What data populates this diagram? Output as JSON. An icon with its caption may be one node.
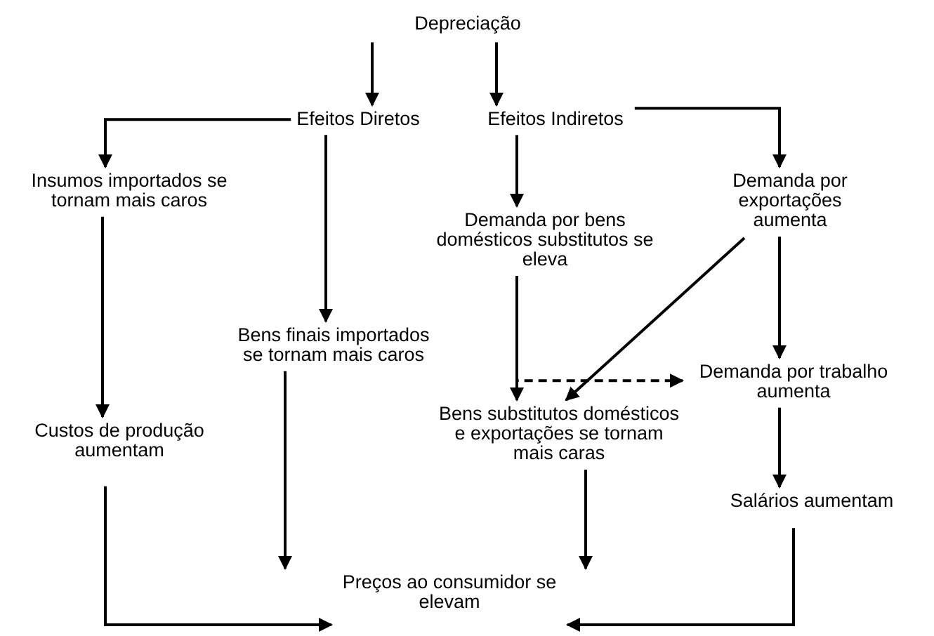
{
  "diagram": {
    "nodes": [
      {
        "text": [
          "Depreciação"
        ]
      },
      {
        "text": [
          "Efeitos Diretos"
        ]
      },
      {
        "text": [
          "Efeitos Indiretos"
        ]
      },
      {
        "text": [
          "Insumos importados se tornam mais caros"
        ]
      },
      {
        "text": [
          "Demanda por bens domésticos substitutos se eleva"
        ]
      },
      {
        "text": [
          "Demanda por exportações aumenta"
        ]
      },
      {
        "text": [
          "Bens finais importados se tornam mais caros"
        ]
      },
      {
        "text": [
          "Custos de produção aumentam"
        ]
      },
      {
        "text": [
          "Demanda por trabalho aumenta"
        ]
      },
      {
        "text": [
          "Bens substitutos domésticos e exportações se tornam mais caras"
        ]
      },
      {
        "text": [
          "Salários aumentam"
        ]
      },
      {
        "text": [
          "Preços ao consumidor se elevam"
        ]
      }
    ],
    "edges": [
      {
        "from": 0,
        "to": 1,
        "arrow": "to"
      },
      {
        "from": 0,
        "to": 2,
        "arrow": "to"
      },
      {
        "from": 1,
        "to": 3,
        "arrow": "to"
      },
      {
        "from": 1,
        "to": 6,
        "arrow": "to"
      },
      {
        "from": 2,
        "to": 4,
        "arrow": "to"
      },
      {
        "from": 2,
        "to": 5,
        "arrow": "to"
      },
      {
        "from": 3,
        "to": 7,
        "arrow": "to"
      },
      {
        "from": 4,
        "to": 9,
        "arrow": "to"
      },
      {
        "from": 4,
        "to": 8,
        "arrow": "to",
        "style": "dashed"
      },
      {
        "from": 5,
        "to": 9,
        "arrow": "to"
      },
      {
        "from": 5,
        "to": 8,
        "arrow": "to"
      },
      {
        "from": 8,
        "to": 10,
        "arrow": "to"
      },
      {
        "from": 7,
        "to": 11,
        "arrow": "to"
      },
      {
        "from": 6,
        "to": 11,
        "arrow": "to"
      },
      {
        "from": 9,
        "to": 11,
        "arrow": "to"
      },
      {
        "from": 10,
        "to": 11,
        "arrow": "to"
      }
    ]
  }
}
